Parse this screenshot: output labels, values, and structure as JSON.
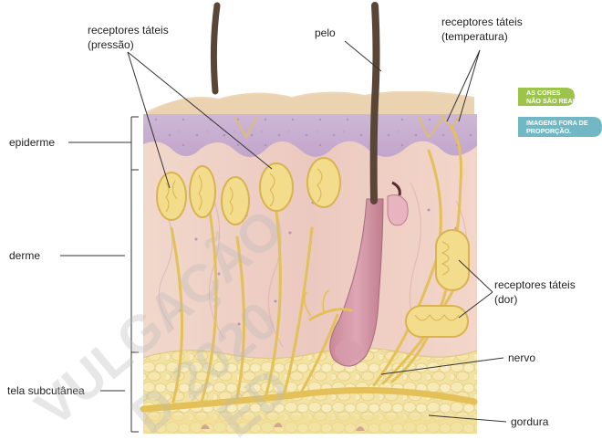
{
  "labels": {
    "pressure": [
      "receptores táteis",
      "(pressão)"
    ],
    "hair": "pelo",
    "temperature": [
      "receptores táteis",
      "(temperatura)"
    ],
    "epidermis": "epiderme",
    "dermis": "derme",
    "subcutaneous": "tela subcutânea",
    "pain": [
      "receptores táteis",
      "(dor)"
    ],
    "nerve": "nervo",
    "fat": "gordura"
  },
  "badges": {
    "colors": [
      "AS CORES",
      "NÃO SÃO REAIS."
    ],
    "proportion": [
      "IMAGENS FORA DE",
      "PROPORÇÃO."
    ]
  },
  "watermark": [
    "VULGAÇÃO",
    "D 2020",
    "ED"
  ],
  "colors": {
    "badge_green": "#9cc44a",
    "badge_blue": "#72b8c4",
    "epidermis": "#c6a9cc",
    "dermis": "#eed1c5",
    "fat": "#f3e3a2",
    "nerve": "#e3c158",
    "hair": "#5a4636"
  }
}
